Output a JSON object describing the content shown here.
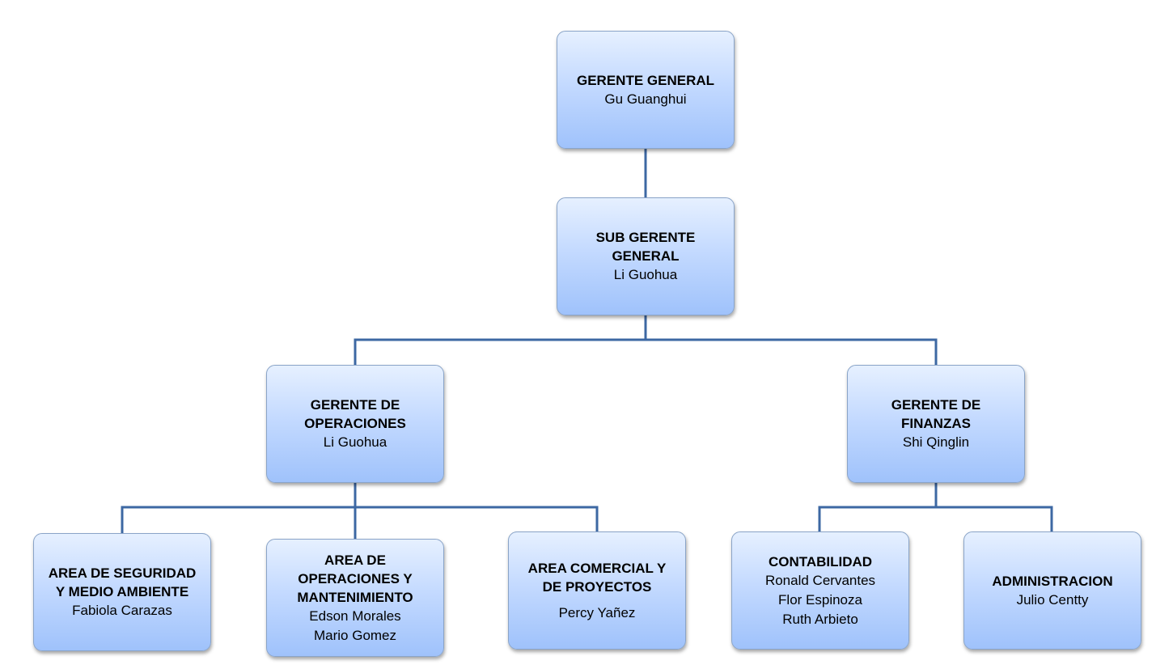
{
  "theme": {
    "connector_color": "#3d68a3",
    "node_gradient_top": "#e6f0ff",
    "node_gradient_bottom": "#9fc2fb"
  },
  "nodes": {
    "gerente_general": {
      "role": "GERENTE GENERAL",
      "people": [
        "Gu Guanghui"
      ]
    },
    "sub_gerente_general": {
      "role_lines": [
        "SUB GERENTE",
        "GENERAL"
      ],
      "people": [
        "Li Guohua"
      ]
    },
    "gerente_operaciones": {
      "role_lines": [
        "GERENTE DE",
        "OPERACIONES"
      ],
      "people": [
        "Li Guohua"
      ]
    },
    "gerente_finanzas": {
      "role_lines": [
        "GERENTE DE",
        "FINANZAS"
      ],
      "people": [
        "Shi Qinglin"
      ]
    },
    "area_seguridad": {
      "role_lines": [
        "AREA DE SEGURIDAD",
        "Y MEDIO AMBIENTE"
      ],
      "people": [
        "Fabiola Carazas"
      ]
    },
    "area_operaciones_mantenimiento": {
      "role_lines": [
        "AREA DE",
        "OPERACIONES Y",
        "MANTENIMIENTO"
      ],
      "people": [
        "Edson Morales",
        "Mario Gomez"
      ]
    },
    "area_comercial": {
      "role_lines": [
        "AREA COMERCIAL Y",
        "DE PROYECTOS"
      ],
      "people": [
        "Percy Yañez"
      ]
    },
    "contabilidad": {
      "role": "CONTABILIDAD",
      "people": [
        "Ronald Cervantes",
        "Flor Espinoza",
        "Ruth Arbieto"
      ]
    },
    "administracion": {
      "role": "ADMINISTRACION",
      "people": [
        "Julio Centty"
      ]
    }
  }
}
